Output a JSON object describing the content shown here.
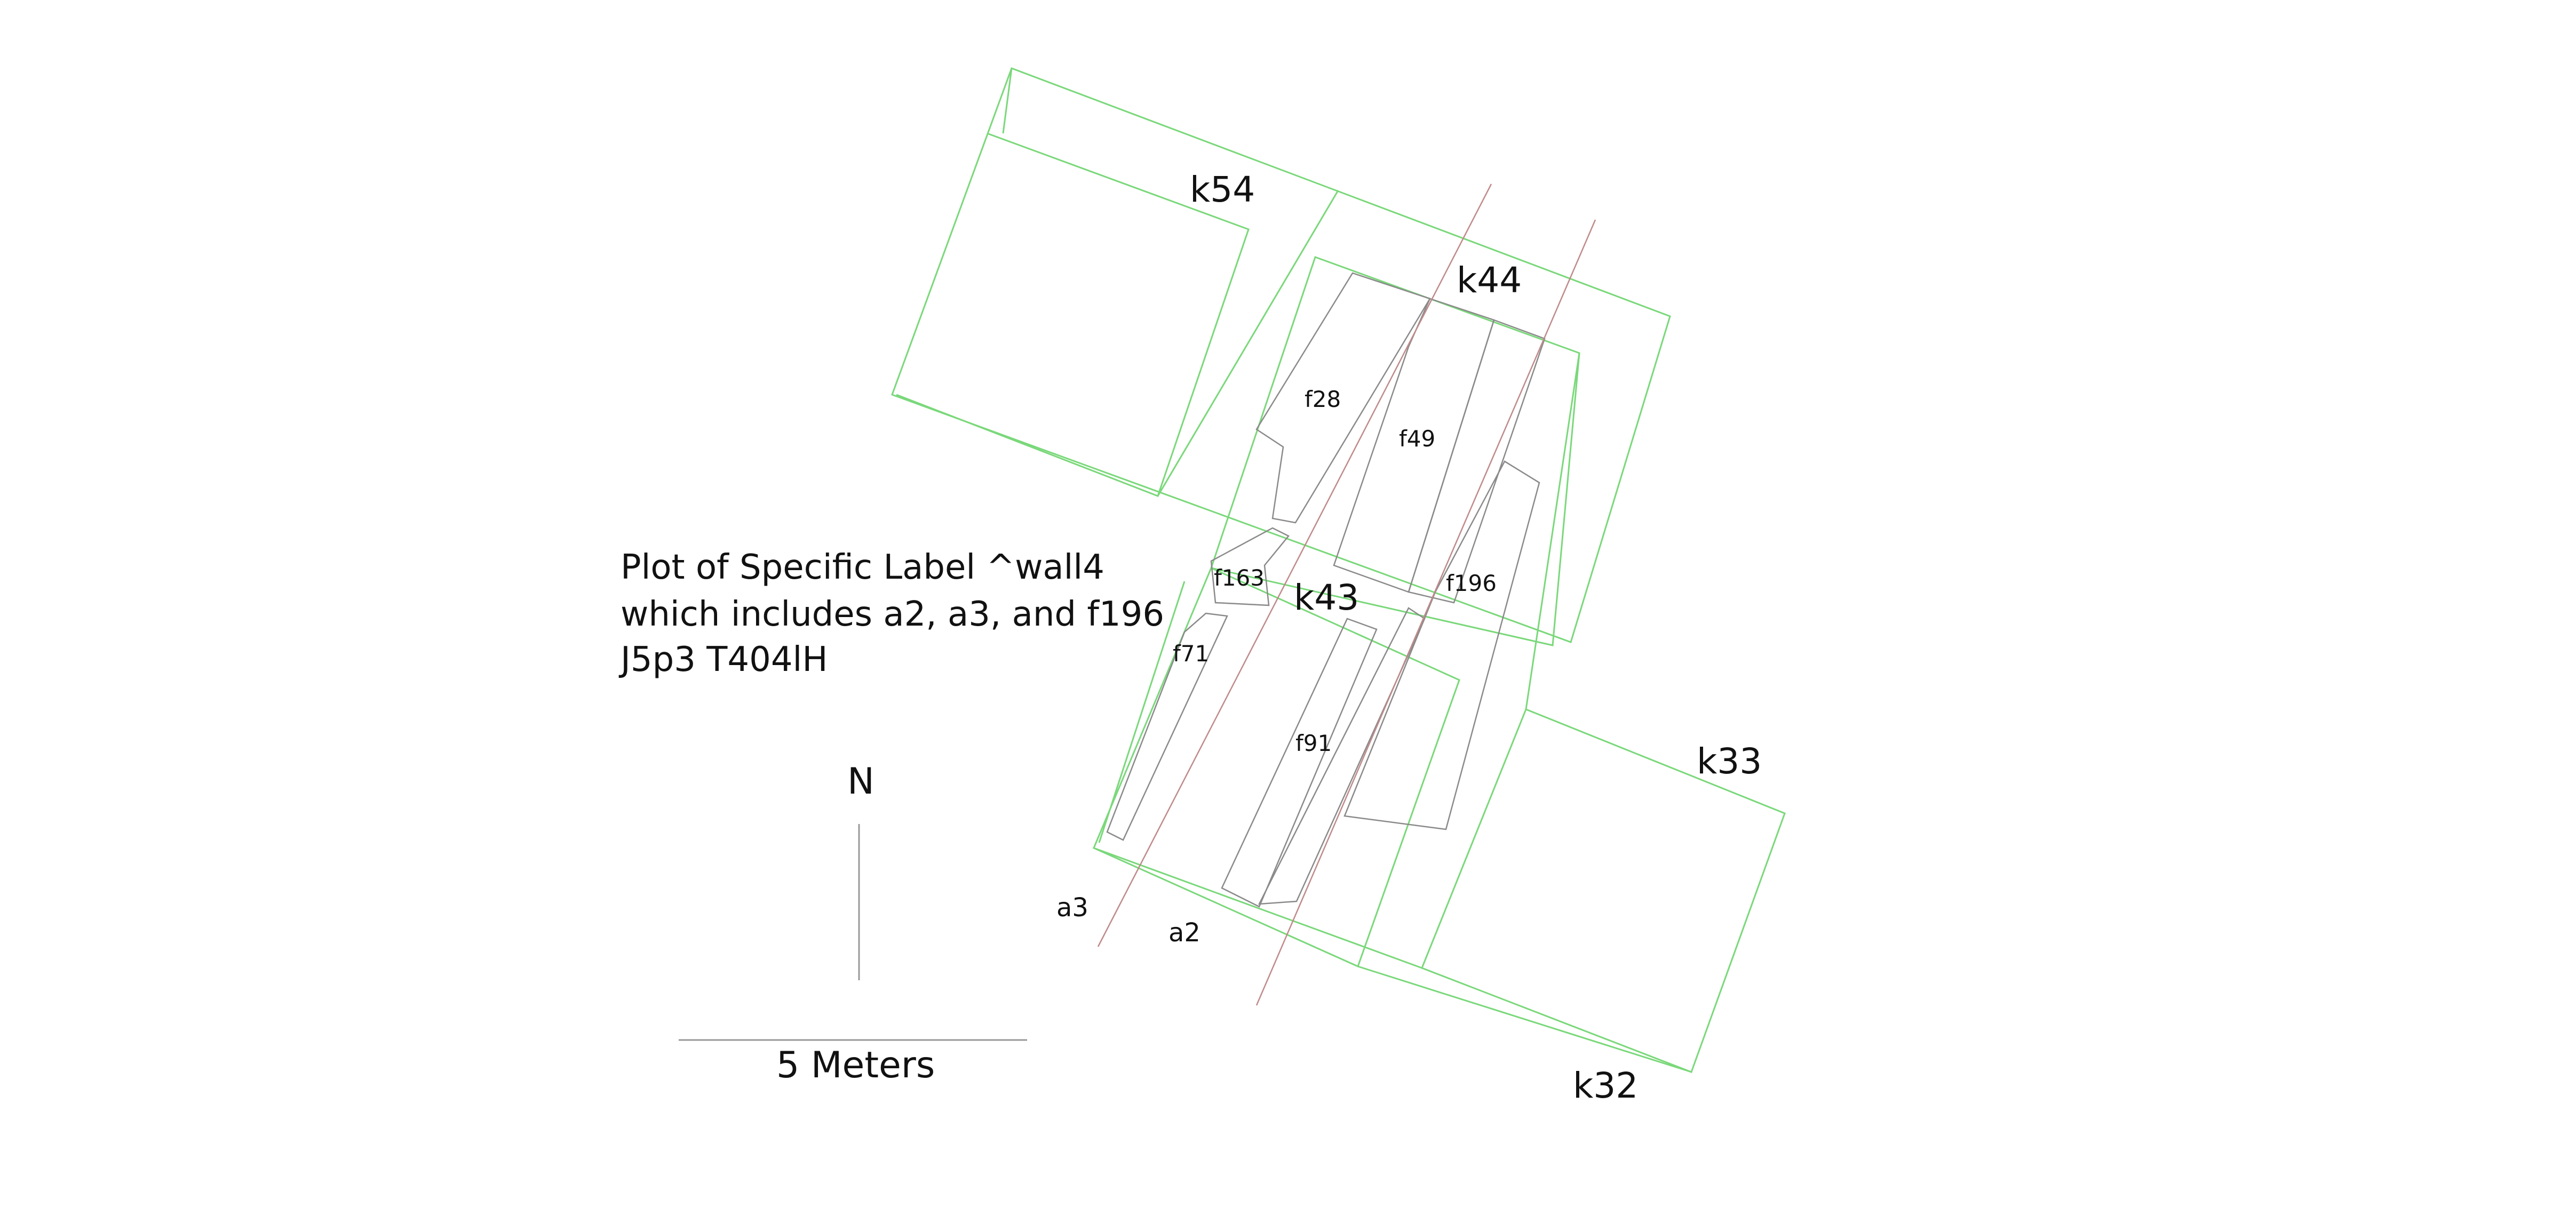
{
  "title_lines": [
    "Plot of Specific Label ^wall4",
    "which includes a2, a3, and f196",
    "J5p3  T404lH"
  ],
  "units": [
    "k54",
    "k44",
    "k43",
    "k33",
    "k32"
  ],
  "features": [
    "f28",
    "f49",
    "f163",
    "f71",
    "f91",
    "f196"
  ],
  "lines": [
    "a3",
    "a2"
  ],
  "north_label": "N",
  "scale_label": "5 Meters",
  "colors": {
    "unit": "#7ad87a",
    "feature": "#8a8a8a",
    "line": "#c08a8a"
  }
}
